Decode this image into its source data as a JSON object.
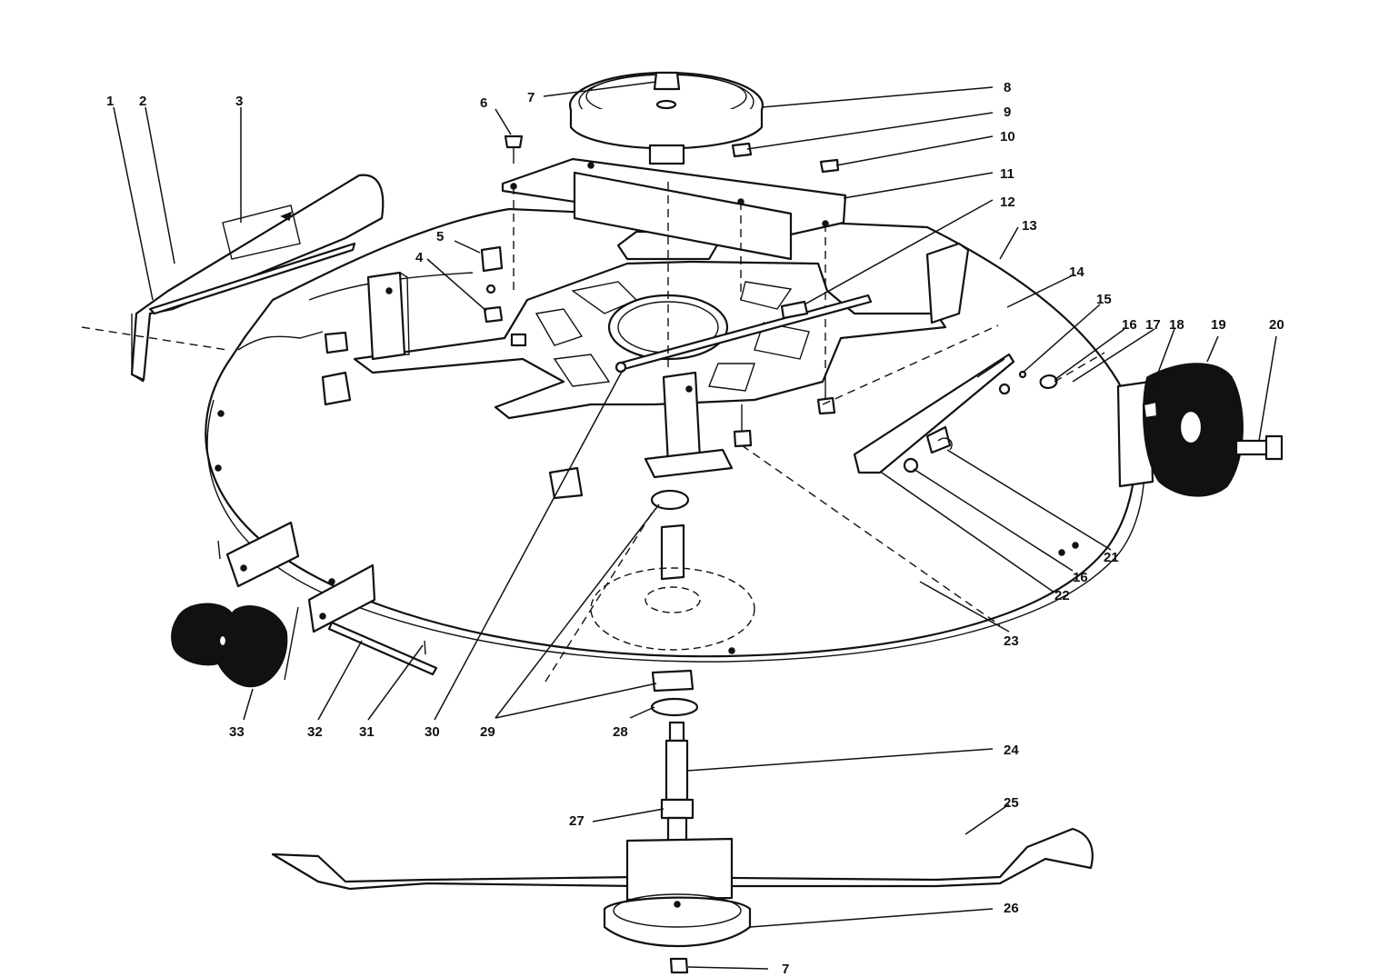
{
  "callouts": {
    "c1": "1",
    "c2": "2",
    "c3": "3",
    "c4": "4",
    "c5": "5",
    "c6": "6",
    "c7a": "7",
    "c7b": "7",
    "c8": "8",
    "c9": "9",
    "c10": "10",
    "c11": "11",
    "c12": "12",
    "c13": "13",
    "c14": "14",
    "c15": "15",
    "c16a": "16",
    "c16b": "16",
    "c17": "17",
    "c18": "18",
    "c19": "19",
    "c20": "20",
    "c21": "21",
    "c22": "22",
    "c23": "23",
    "c24": "24",
    "c25": "25",
    "c26": "26",
    "c27": "27",
    "c28": "28",
    "c29": "29",
    "c30": "30",
    "c31": "31",
    "c32": "32",
    "c33": "33"
  },
  "colors": {
    "ink": "#111111",
    "paper": "#ffffff"
  }
}
